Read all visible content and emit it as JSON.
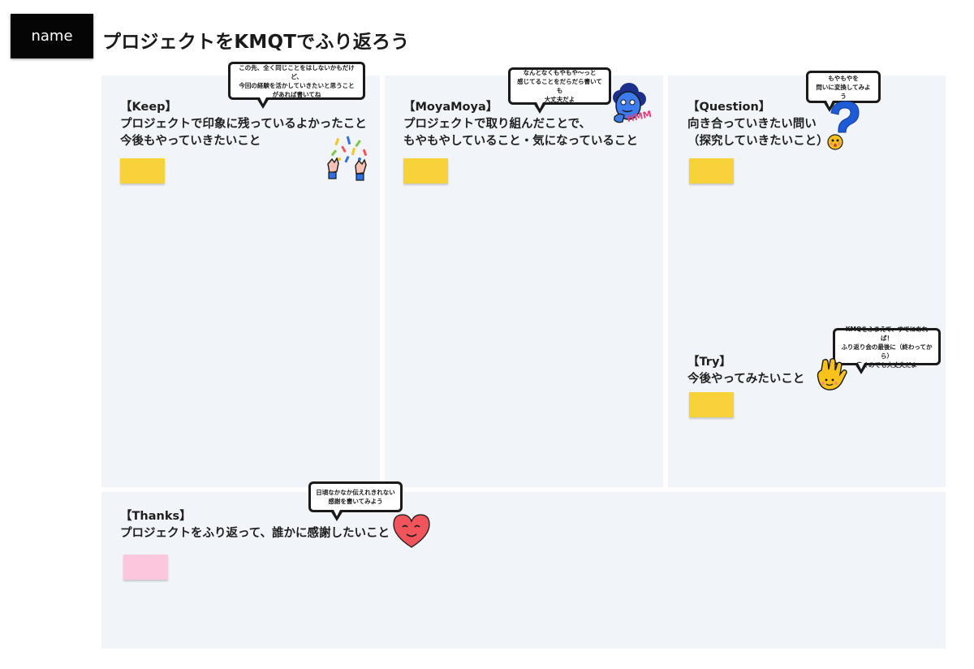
{
  "header": {
    "name_tag": "name",
    "title": "プロジェクトをKMQTでふり返ろう"
  },
  "sections": {
    "keep": {
      "heading": "【Keep】",
      "desc_line1": "プロジェクトで印象に残っているよかったこと",
      "desc_line2": "今後もやっていきたいこと",
      "bubble": "この先、全く同じことをはしないかもだけど、\n今回の経験を活かしていきたいと思うこと\nがあれば書いてね",
      "sticker": "confetti-hands-icon"
    },
    "moyamoya": {
      "heading": "【MoyaMoya】",
      "desc_line1": "プロジェクトで取り組んだことで、",
      "desc_line2": "もやもやしていること・気になっていること",
      "bubble": "なんとなくもやもや〜っと\n感じてることをだらだら書いても\n大丈夫だよ",
      "sticker_text": "HMM",
      "sticker": "thinking-face-icon"
    },
    "question": {
      "heading": "【Question】",
      "desc_line1": "向き合っていきたい問い",
      "desc_line2": "（探究していきたいこと）",
      "bubble": "もやもやを\n問いに変換してみよう",
      "sticker": "question-mark-icon"
    },
    "try": {
      "heading": "【Try】",
      "desc_line1": "今後やってみたいこと",
      "bubble": "KMQをふまえて、すでにあれば！\nふり返り会の最後に（終わってから）\n書くのでも大丈夫だよ",
      "sticker": "waving-hand-icon"
    },
    "thanks": {
      "heading": "【Thanks】",
      "desc_line1": "プロジェクトをふり返って、誰かに感謝したいこと",
      "bubble": "日頃なかなか伝えれきれない\n感謝を書いてみよう",
      "sticker": "smiling-heart-icon"
    }
  },
  "colors": {
    "panel_bg": "#f1f4f8",
    "sticky_yellow": "#f7d23a",
    "sticky_pink": "#fcc7dc",
    "question_blue": "#1e5bd6",
    "heart_red": "#f2545b",
    "hand_yellow": "#f8c21b"
  }
}
